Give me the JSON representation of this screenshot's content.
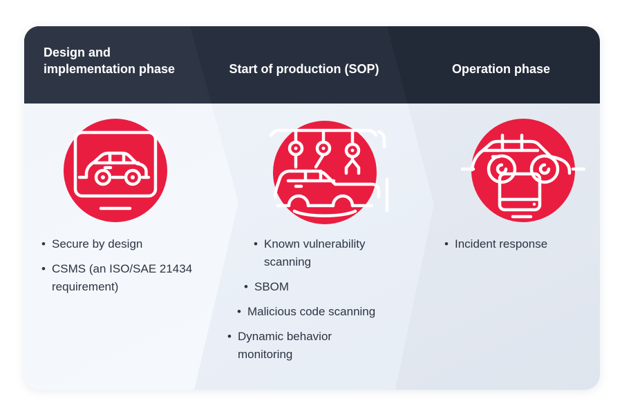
{
  "card": {
    "columns": [
      {
        "id": "design-implementation",
        "header_lines": [
          "Design and",
          "implementation phase"
        ],
        "icon": "car-on-monitor-icon",
        "items": [
          {
            "lines": [
              "Secure by design"
            ]
          },
          {
            "lines": [
              "CSMS (an ISO/SAE 21434",
              "requirement)"
            ]
          }
        ]
      },
      {
        "id": "start-of-production",
        "header_lines": [
          "Start of production (SOP)"
        ],
        "icon": "car-assembly-robots-icon",
        "items": [
          {
            "lines": [
              "Known vulnerability",
              "scanning"
            ]
          },
          {
            "lines": [
              "SBOM"
            ]
          },
          {
            "lines": [
              "Malicious code scanning"
            ]
          },
          {
            "lines": [
              "Dynamic behavior",
              "monitoring"
            ]
          }
        ]
      },
      {
        "id": "operation",
        "header_lines": [
          "Operation phase"
        ],
        "icon": "car-diagnostic-device-icon",
        "items": [
          {
            "lines": [
              "Incident response"
            ]
          }
        ]
      }
    ]
  },
  "ui": {
    "bullet_char": "•"
  },
  "colors": {
    "accent_red": "#e91d40",
    "header_dark_1": "#2e3646",
    "header_dark_2": "#28303f",
    "header_dark_3": "#222a38",
    "body_light_1": "#f5f9fc",
    "body_light_2": "#eaeff7",
    "body_light_3": "#e3e9f1",
    "text_dark": "#2b3443",
    "text_light": "#ffffff"
  }
}
